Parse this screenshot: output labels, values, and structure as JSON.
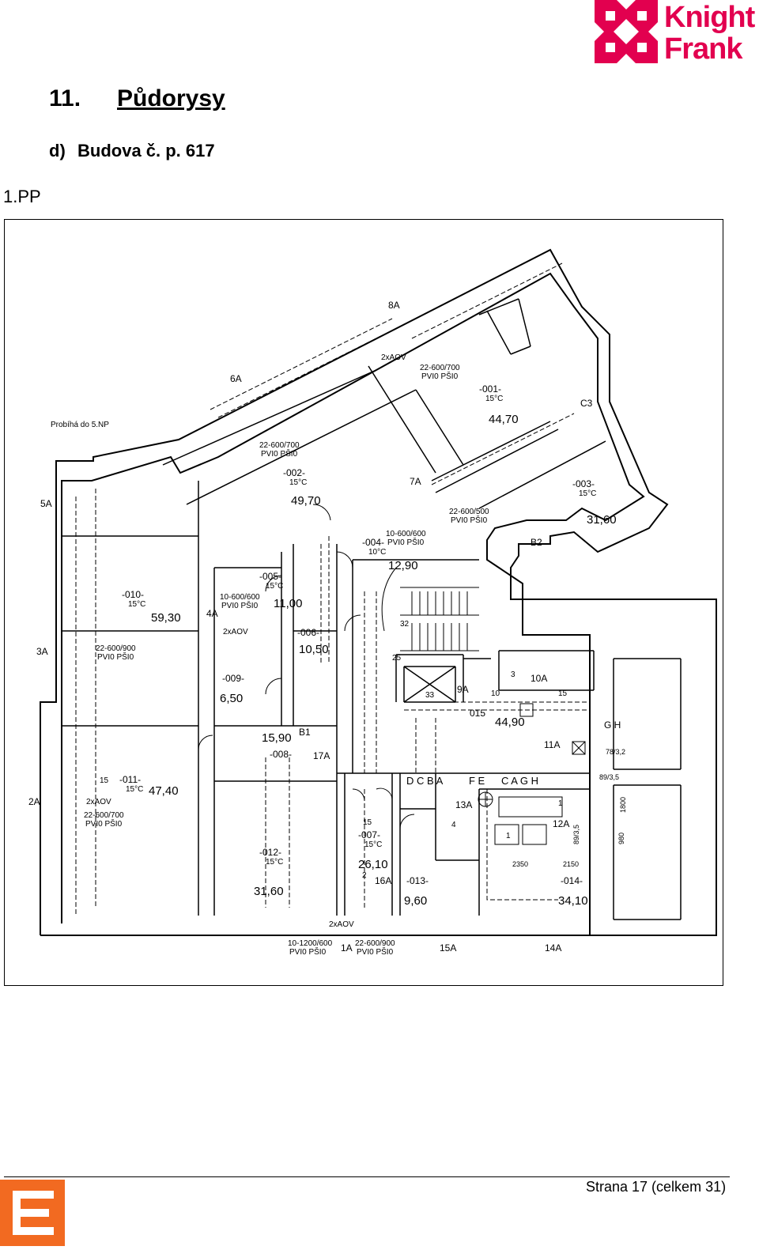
{
  "brand": {
    "name_line1": "Knight",
    "name_line2": "Frank",
    "color": "#e2004f",
    "footer_logo_color": "#f26a21"
  },
  "section": {
    "number": "11.",
    "title": "Půdorysy"
  },
  "subsection": {
    "letter": "d)",
    "title": "Budova č. p. 617"
  },
  "floor": {
    "label": "1.PP"
  },
  "plan": {
    "label_probiha": "Probíhá do 5.NP",
    "rooms": [
      {
        "number": "-001-",
        "temp": "15°C",
        "area": "44,70"
      },
      {
        "number": "-002-",
        "temp": "15°C",
        "area": "49,70"
      },
      {
        "number": "-003-",
        "temp": "15°C",
        "area": "31,60"
      },
      {
        "number": "-004-",
        "temp": "10°C",
        "area": "12,90"
      },
      {
        "number": "-005-",
        "temp": "15°C",
        "area": "11,00"
      },
      {
        "number": "-006-",
        "temp": "",
        "area": "10,50"
      },
      {
        "number": "-007-",
        "temp": "15°C",
        "area": "26,10"
      },
      {
        "number": "-008-",
        "temp": "",
        "area": "15,90"
      },
      {
        "number": "-009-",
        "temp": "",
        "area": "6,50"
      },
      {
        "number": "-010-",
        "temp": "15°C",
        "area": "59,30"
      },
      {
        "number": "-011-",
        "temp": "15°C",
        "area": "47,40"
      },
      {
        "number": "-012-",
        "temp": "15°C",
        "area": "31,60"
      },
      {
        "number": "-013-",
        "temp": "",
        "area": "9,60"
      },
      {
        "number": "-014-",
        "temp": "",
        "area": "34,10"
      },
      {
        "number": "015",
        "temp": "",
        "area": "44,90"
      }
    ],
    "radiators": {
      "r_001": "22-600/700",
      "r_002": "22-600/700",
      "r_003": "22-600/500",
      "r_004": "10-600/600",
      "r_005": "10-600/600",
      "r_010": "22-600/900",
      "r_011": "22-600/700",
      "r_bottom1": "10-1200/600",
      "r_bottom2": "22-600/900",
      "valve": "PVI0 PŠI0",
      "aov": "2xAOV"
    },
    "markers": [
      "8A",
      "6A",
      "5A",
      "3A",
      "2A",
      "7A",
      "4A",
      "B1",
      "B2",
      "C3",
      "9A",
      "10A",
      "11A",
      "12A",
      "13A",
      "14A",
      "15A",
      "16A",
      "17A",
      "1A"
    ],
    "letters_row1": "D C B A",
    "letters_row2": "F E",
    "letters_row3": "C A G H",
    "side_labels": [
      "78/3,2",
      "89/3,5",
      "89/3,5",
      "1800",
      "980"
    ],
    "dims": [
      "2350",
      "2150"
    ],
    "stair_nums": [
      "32",
      "25",
      "33",
      "10",
      "15",
      "15",
      "15",
      "2",
      "3",
      "4",
      "1",
      "1"
    ],
    "gh": "G H"
  },
  "footer": {
    "page": "Strana 17 (celkem 31)"
  }
}
